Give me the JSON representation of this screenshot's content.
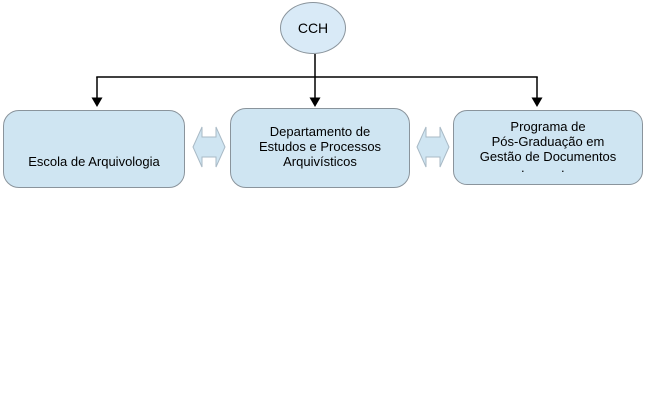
{
  "diagram": {
    "root_node": {
      "label": "CCH"
    },
    "nodes": [
      {
        "id": "escola-de-arquivologia",
        "lines": [
          "Escola de Arquivologia"
        ]
      },
      {
        "id": "departamento-estudos",
        "lines": [
          "Departamento de",
          "Estudos e Processos",
          "Arquivísticos"
        ]
      },
      {
        "id": "programa-pos-graduacao",
        "lines": [
          "Programa de",
          "Pós-Graduação em",
          "Gestão de Documentos"
        ],
        "clipped_fragments": [
          ".",
          "."
        ]
      }
    ],
    "edges": [
      {
        "from": "CCH",
        "to": "escola-de-arquivologia",
        "type": "arrow-down"
      },
      {
        "from": "CCH",
        "to": "departamento-estudos",
        "type": "arrow-down"
      },
      {
        "from": "CCH",
        "to": "programa-pos-graduacao",
        "type": "arrow-down"
      },
      {
        "from": "escola-de-arquivologia",
        "to": "departamento-estudos",
        "type": "double-arrow"
      },
      {
        "from": "departamento-estudos",
        "to": "programa-pos-graduacao",
        "type": "double-arrow"
      }
    ],
    "colors": {
      "node_fill": "#CFE5F2",
      "ellipse_fill": "#D9EAF7",
      "node_border": "#8A949C",
      "connector": "#000000",
      "double_arrow_fill": "#CFE5F2",
      "double_arrow_border": "#A9BAC6",
      "background": "#FFFFFF",
      "text": "#000000"
    }
  }
}
